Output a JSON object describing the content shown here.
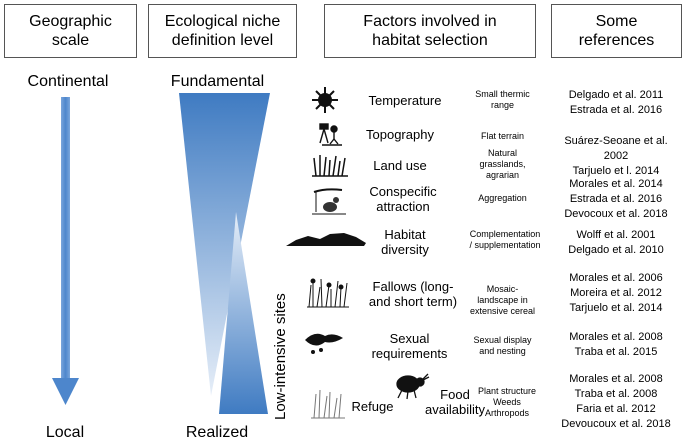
{
  "headers": [
    {
      "text": "Geographic\nscale"
    },
    {
      "text": "Ecological niche\ndefinition level"
    },
    {
      "text": "Factors involved in\nhabitat selection"
    },
    {
      "text": "Some\nreferences"
    }
  ],
  "scale": {
    "top": "Continental",
    "bottom": "Local"
  },
  "niche": {
    "top": "Fundamental",
    "bottom": "Realized"
  },
  "side_label": "Low-intensive sites",
  "factors": [
    {
      "name": "Temperature",
      "icon": "sun-icon",
      "description": "Small thermic\nrange",
      "refs": "Delgado et al. 2011\nEstrada et al. 2016"
    },
    {
      "name": "Topography",
      "icon": "surveyor-icon",
      "description": "Flat terrain",
      "refs": "Suárez-Seoane et al. 2002\nTarjuelo et l. 2014"
    },
    {
      "name": "Land use",
      "icon": "grass-icon",
      "description": "Natural\ngrasslands,\nagrarian",
      "refs": ""
    },
    {
      "name": "Conspecific\nattraction",
      "icon": "bird-icon",
      "description": "Aggregation",
      "refs": "Morales et al. 2014\nEstrada et al. 2016\nDevocoux et al. 2018"
    },
    {
      "name": "Habitat\ndiversity",
      "icon": "landscape-icon",
      "description": "Complementation\n/ supplementation",
      "refs": "Wolff et al. 2001\nDelgado et al. 2010"
    },
    {
      "name": "Fallows (long-\nand short term)",
      "icon": "meadow-icon",
      "description": "Mosaic-\nlandscape in\nextensive cereal",
      "refs": "Morales et al. 2006\nMoreira et al. 2012\nTarjuelo et al. 2014"
    },
    {
      "name": "Sexual\nrequirements",
      "icon": "display-bird-icon",
      "description": "Sexual display\nand nesting",
      "refs": "Morales et al. 2008\nTraba et al. 2015"
    },
    {
      "name": "Refuge",
      "icon": "refuge-icon",
      "description": "",
      "refs": ""
    },
    {
      "name": "Food\navailability",
      "icon": "beetle-icon",
      "description": "Plant structure\nWeeds\nArthropods",
      "refs": "Morales et al. 2008\nTraba et al. 2008\nFaria et al. 2012\nDevoucoux et al. 2018"
    }
  ],
  "colors": {
    "arrow": "#5b8fcf",
    "triangle_dark": "#3f7bc2",
    "triangle_light": "#e6eef8",
    "border": "#555555"
  }
}
